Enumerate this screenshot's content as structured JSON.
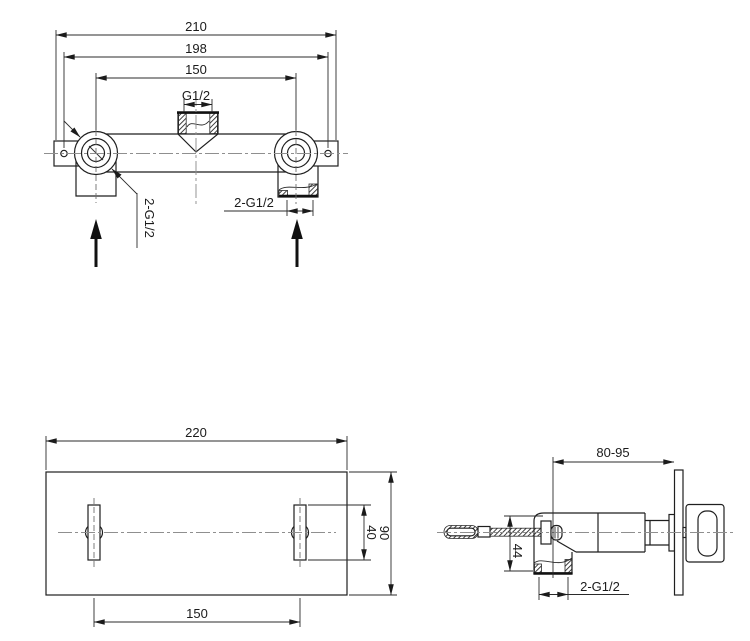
{
  "labels": {
    "top": {
      "width_outer": "210",
      "width_holes": "198",
      "width_ports": "150",
      "outlet_thread": "G1/2",
      "ports_left": "2-G1/2",
      "ports_right": "2-G1/2"
    },
    "front": {
      "plate_width": "220",
      "slot_spacing": "150",
      "plate_height": "90",
      "slot_height": "40"
    },
    "side": {
      "depth_range": "80-95",
      "port_offset": "44",
      "ports": "2-G1/2"
    }
  },
  "colors": {
    "line": "#1f1f1f",
    "centerline": "#8f8f8f",
    "background": "#ffffff"
  }
}
